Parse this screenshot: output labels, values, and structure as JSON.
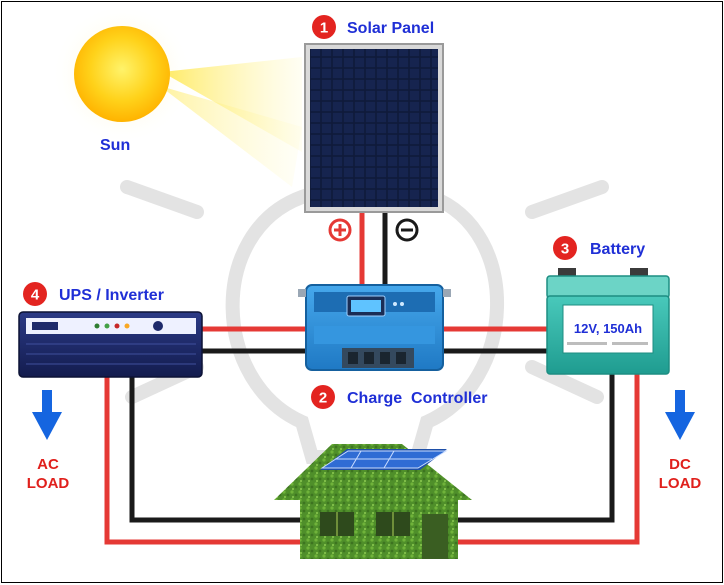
{
  "labels": {
    "sun": "Sun",
    "solar_panel": "Solar Panel",
    "charge_controller": "Charge  Controller",
    "battery": "Battery",
    "ups_inverter": "UPS / Inverter",
    "ac_load_line1": "AC",
    "ac_load_line2": "LOAD",
    "dc_load_line1": "DC",
    "dc_load_line2": "LOAD",
    "battery_rating": "12V, 150Ah"
  },
  "steps": {
    "solar_panel": "1",
    "charge_controller": "2",
    "battery": "3",
    "ups_inverter": "4"
  },
  "polarity": {
    "positive": "+",
    "negative": "−"
  },
  "colors": {
    "title_blue": "#1f2fd6",
    "load_red": "#e0201c",
    "badge_red": "#e32420",
    "wire_red": "#e53935",
    "wire_black": "#1a1a1a",
    "arrow_blue": "#1565e0",
    "panel_navy": "#0f1a3a",
    "controller_blue": "#2a8fd8",
    "battery_teal": "#2fb6a8",
    "inverter_navy": "#1d2a6b",
    "house_green": "#4f8f2a",
    "bulb_gray": "#e3e3e3"
  },
  "icons": [
    "sun-icon",
    "solar-panel-icon",
    "charge-controller-icon",
    "battery-icon",
    "inverter-icon",
    "house-icon",
    "bulb-background-icon"
  ]
}
